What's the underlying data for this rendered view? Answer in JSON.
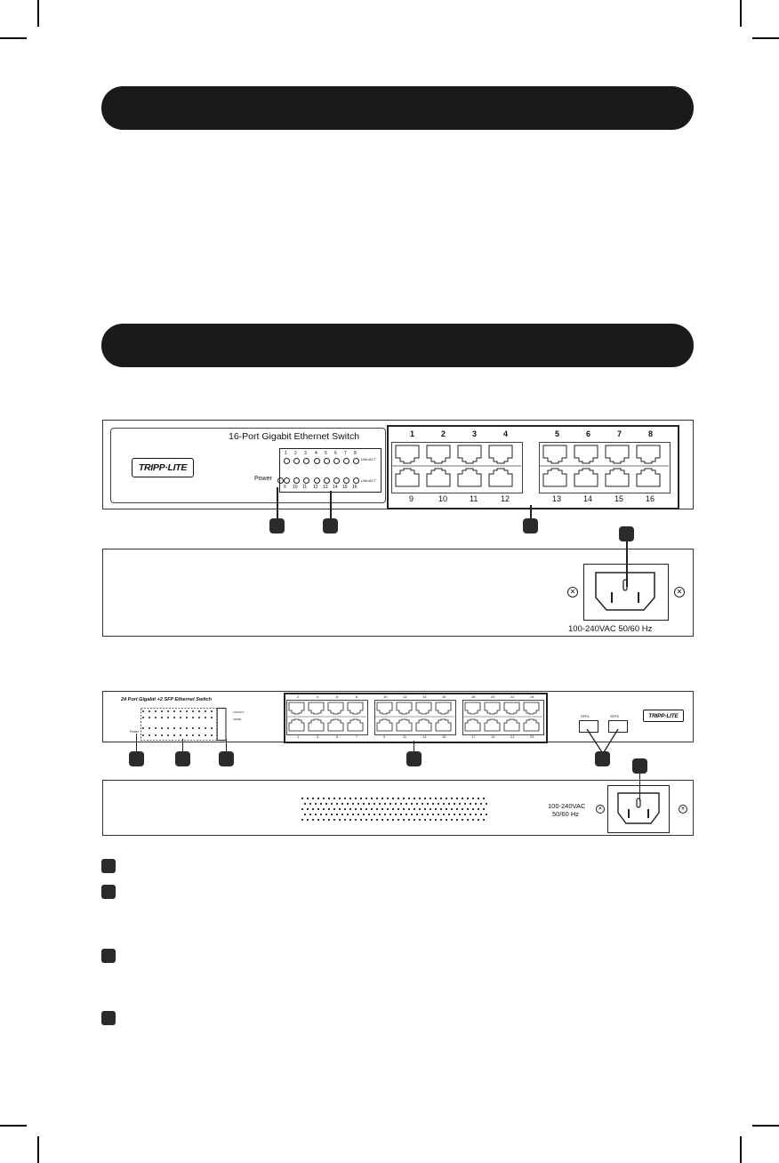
{
  "switch16": {
    "model_label": "16-Port Gigabit Ethernet Switch",
    "brand": "TRIPP·LITE",
    "power_label": "Power",
    "led_tag": "LNK/ACT",
    "top_port_numbers": [
      "1",
      "2",
      "3",
      "4",
      "5",
      "6",
      "7",
      "8"
    ],
    "bottom_port_numbers": [
      "9",
      "10",
      "11",
      "12",
      "13",
      "14",
      "15",
      "16"
    ],
    "led_top_numbers": [
      "1",
      "2",
      "3",
      "4",
      "5",
      "6",
      "7",
      "8"
    ],
    "led_bottom_numbers": [
      "9",
      "10",
      "11",
      "12",
      "13",
      "14",
      "15",
      "16"
    ],
    "rear_power_label": "100-240VAC 50/60 Hz"
  },
  "switch24": {
    "model_label": "24 Port Gigabit +2 SFP Ethernet Switch",
    "brand": "TRIPP·LITE",
    "power_label": "Power",
    "led_tag_1": "LNK/ACT",
    "led_tag_2": "1000M",
    "top_port_numbers": [
      "2",
      "4",
      "6",
      "8",
      "10",
      "12",
      "14",
      "16",
      "18",
      "20",
      "22",
      "24"
    ],
    "bottom_port_numbers": [
      "1",
      "3",
      "5",
      "7",
      "9",
      "11",
      "13",
      "15",
      "17",
      "19",
      "21",
      "23"
    ],
    "sfp_labels": [
      "SFP1",
      "SFP2"
    ],
    "rear_power_line1": "100-240VAC",
    "rear_power_line2": "50/60 Hz"
  },
  "colors": {
    "bar": "#1a1a1a",
    "line": "#222222",
    "background": "#ffffff"
  }
}
